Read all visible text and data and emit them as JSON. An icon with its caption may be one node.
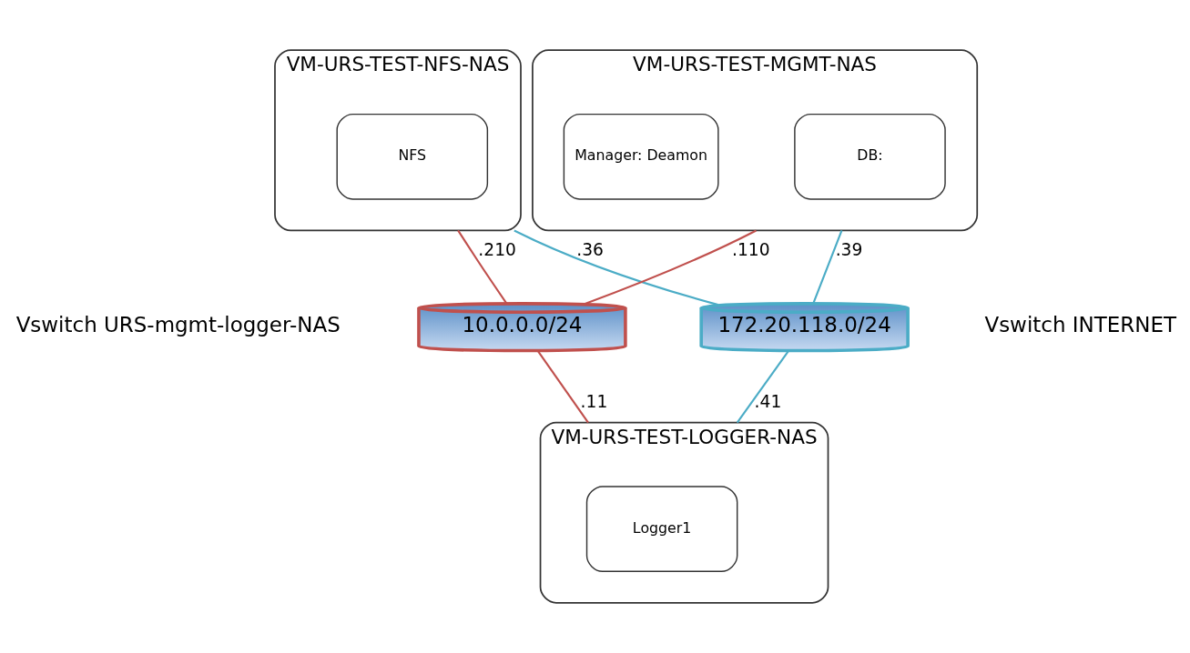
{
  "diagram": {
    "nodes": [
      {
        "text": [
          "VM-URS-TEST-NFS-NAS"
        ]
      },
      {
        "text": [
          "NFS"
        ],
        "in": 0
      },
      {
        "text": [
          "VM-URS-TEST-MGMT-NAS"
        ]
      },
      {
        "text": [
          "DB:"
        ],
        "in": 2
      },
      {
        "text": [
          "Manager: Deamon"
        ],
        "in": 2
      },
      {
        "text": [
          "172.20.118.0/24"
        ],
        "beside": [
          "Vswitch INTERNET"
        ]
      },
      {
        "text": [
          "10.0.0.0/24"
        ],
        "beside": [
          "Vswitch URS-mgmt-logger-NAS"
        ]
      },
      {
        "text": [
          "VM-URS-TEST-LOGGER-NAS"
        ]
      },
      {
        "text": [
          "Logger1"
        ],
        "in": 7
      }
    ],
    "edges": [
      {
        "from": 0,
        "to": 6,
        "arrow": "none",
        "label": ".210",
        "color": "#c0504d"
      },
      {
        "from": 0,
        "to": 5,
        "arrow": "none",
        "label": ".36",
        "color": "#4bacc6"
      },
      {
        "from": 2,
        "to": 6,
        "arrow": "none",
        "label": ".110",
        "color": "#c0504d"
      },
      {
        "from": 2,
        "to": 5,
        "arrow": "none",
        "label": ".39",
        "color": "#4bacc6"
      },
      {
        "from": 6,
        "to": 7,
        "arrow": "none",
        "label": ".11",
        "color": "#c0504d"
      },
      {
        "from": 7,
        "to": 5,
        "arrow": "none",
        "label": ".41",
        "color": "#4bacc6"
      }
    ]
  }
}
